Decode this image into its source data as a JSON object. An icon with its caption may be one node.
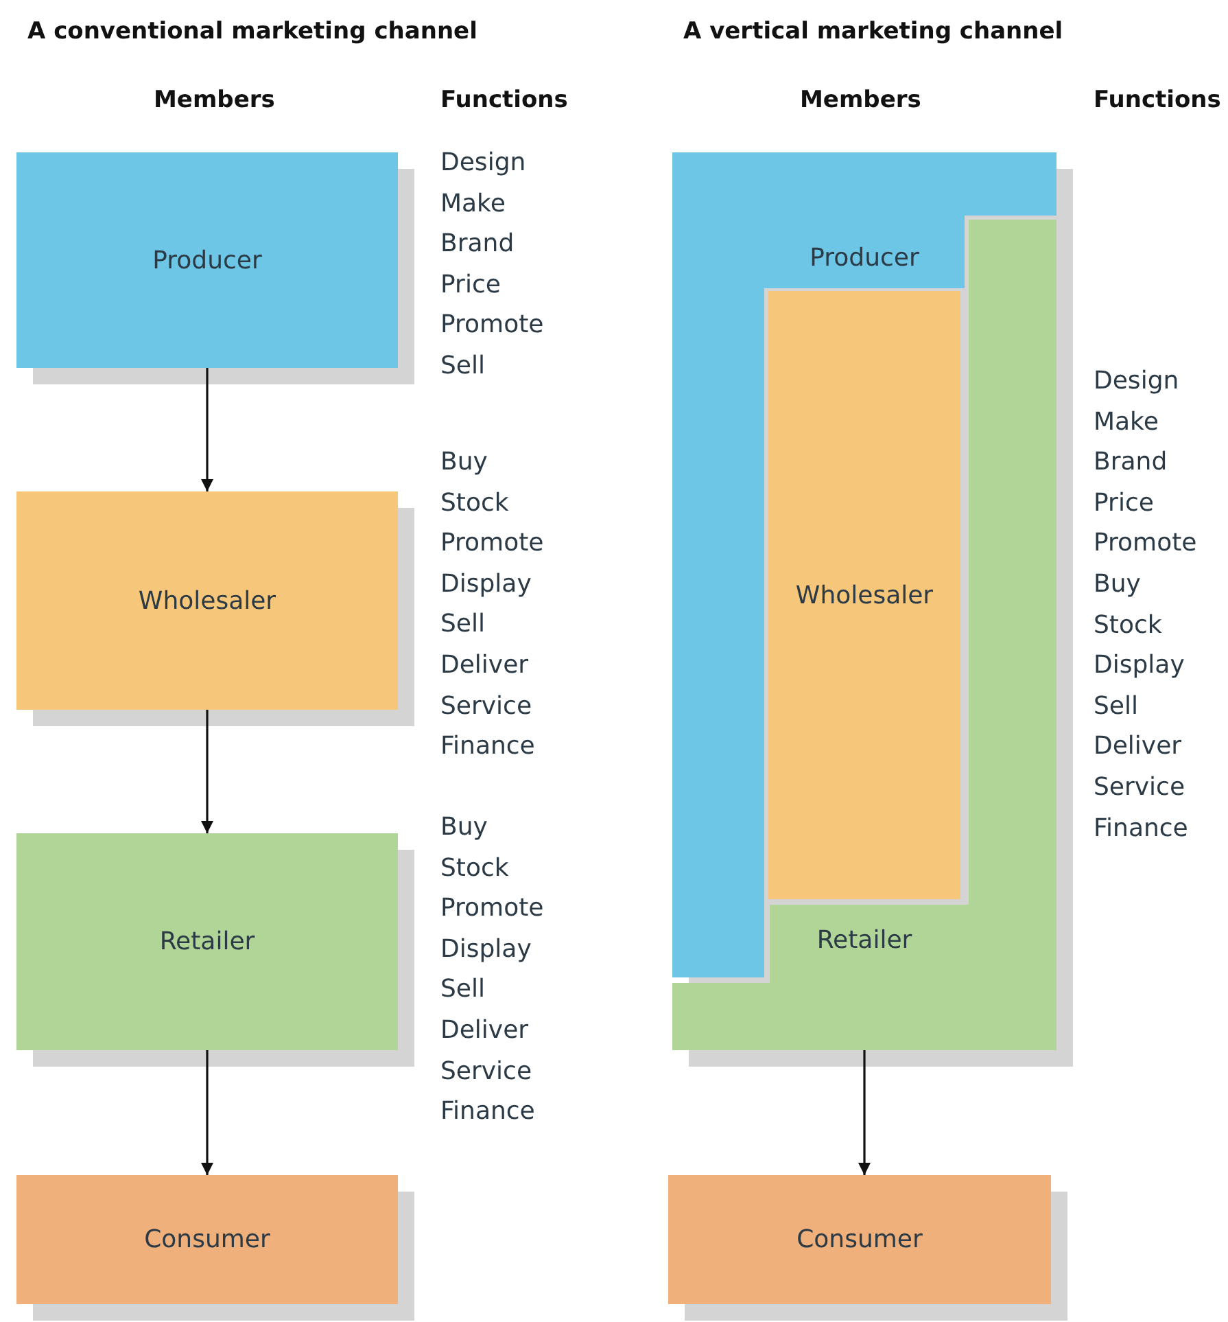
{
  "diagram": {
    "nodes": [
      {
        "text": [
          "Producer"
        ],
        "beside": [
          "Design",
          "Make",
          "Brand",
          "Price",
          "Promote",
          "Sell"
        ]
      },
      {
        "text": [
          "Wholesaler"
        ],
        "beside": [
          "Buy",
          "Stock",
          "Promote",
          "Display",
          "Sell",
          "Deliver",
          "Service",
          "Finance"
        ]
      },
      {
        "text": [
          "Retailer"
        ],
        "beside": [
          "Buy",
          "Stock",
          "Promote",
          "Display",
          "Sell",
          "Deliver",
          "Service",
          "Finance"
        ]
      },
      {
        "text": [
          "Consumer"
        ]
      },
      {
        "text": [
          "Producer"
        ]
      },
      {
        "text": [
          "Wholesaler"
        ]
      },
      {
        "text": [
          "Retailer"
        ]
      },
      {
        "text": [
          "Consumer"
        ]
      }
    ],
    "edges": [
      {
        "from": 0,
        "to": 1,
        "arrow": "to"
      },
      {
        "from": 1,
        "to": 2,
        "arrow": "to"
      },
      {
        "from": 2,
        "to": 3,
        "arrow": "to"
      },
      {
        "from": 6,
        "to": 7,
        "arrow": "to"
      }
    ],
    "labels": [
      "A conventional marketing channel",
      "A vertical marketing channel",
      "Members",
      "Functions",
      "Members",
      "Functions",
      "Design",
      "Make",
      "Brand",
      "Price",
      "Promote",
      "Buy",
      "Stock",
      "Display",
      "Sell",
      "Deliver",
      "Service",
      "Finance"
    ]
  }
}
